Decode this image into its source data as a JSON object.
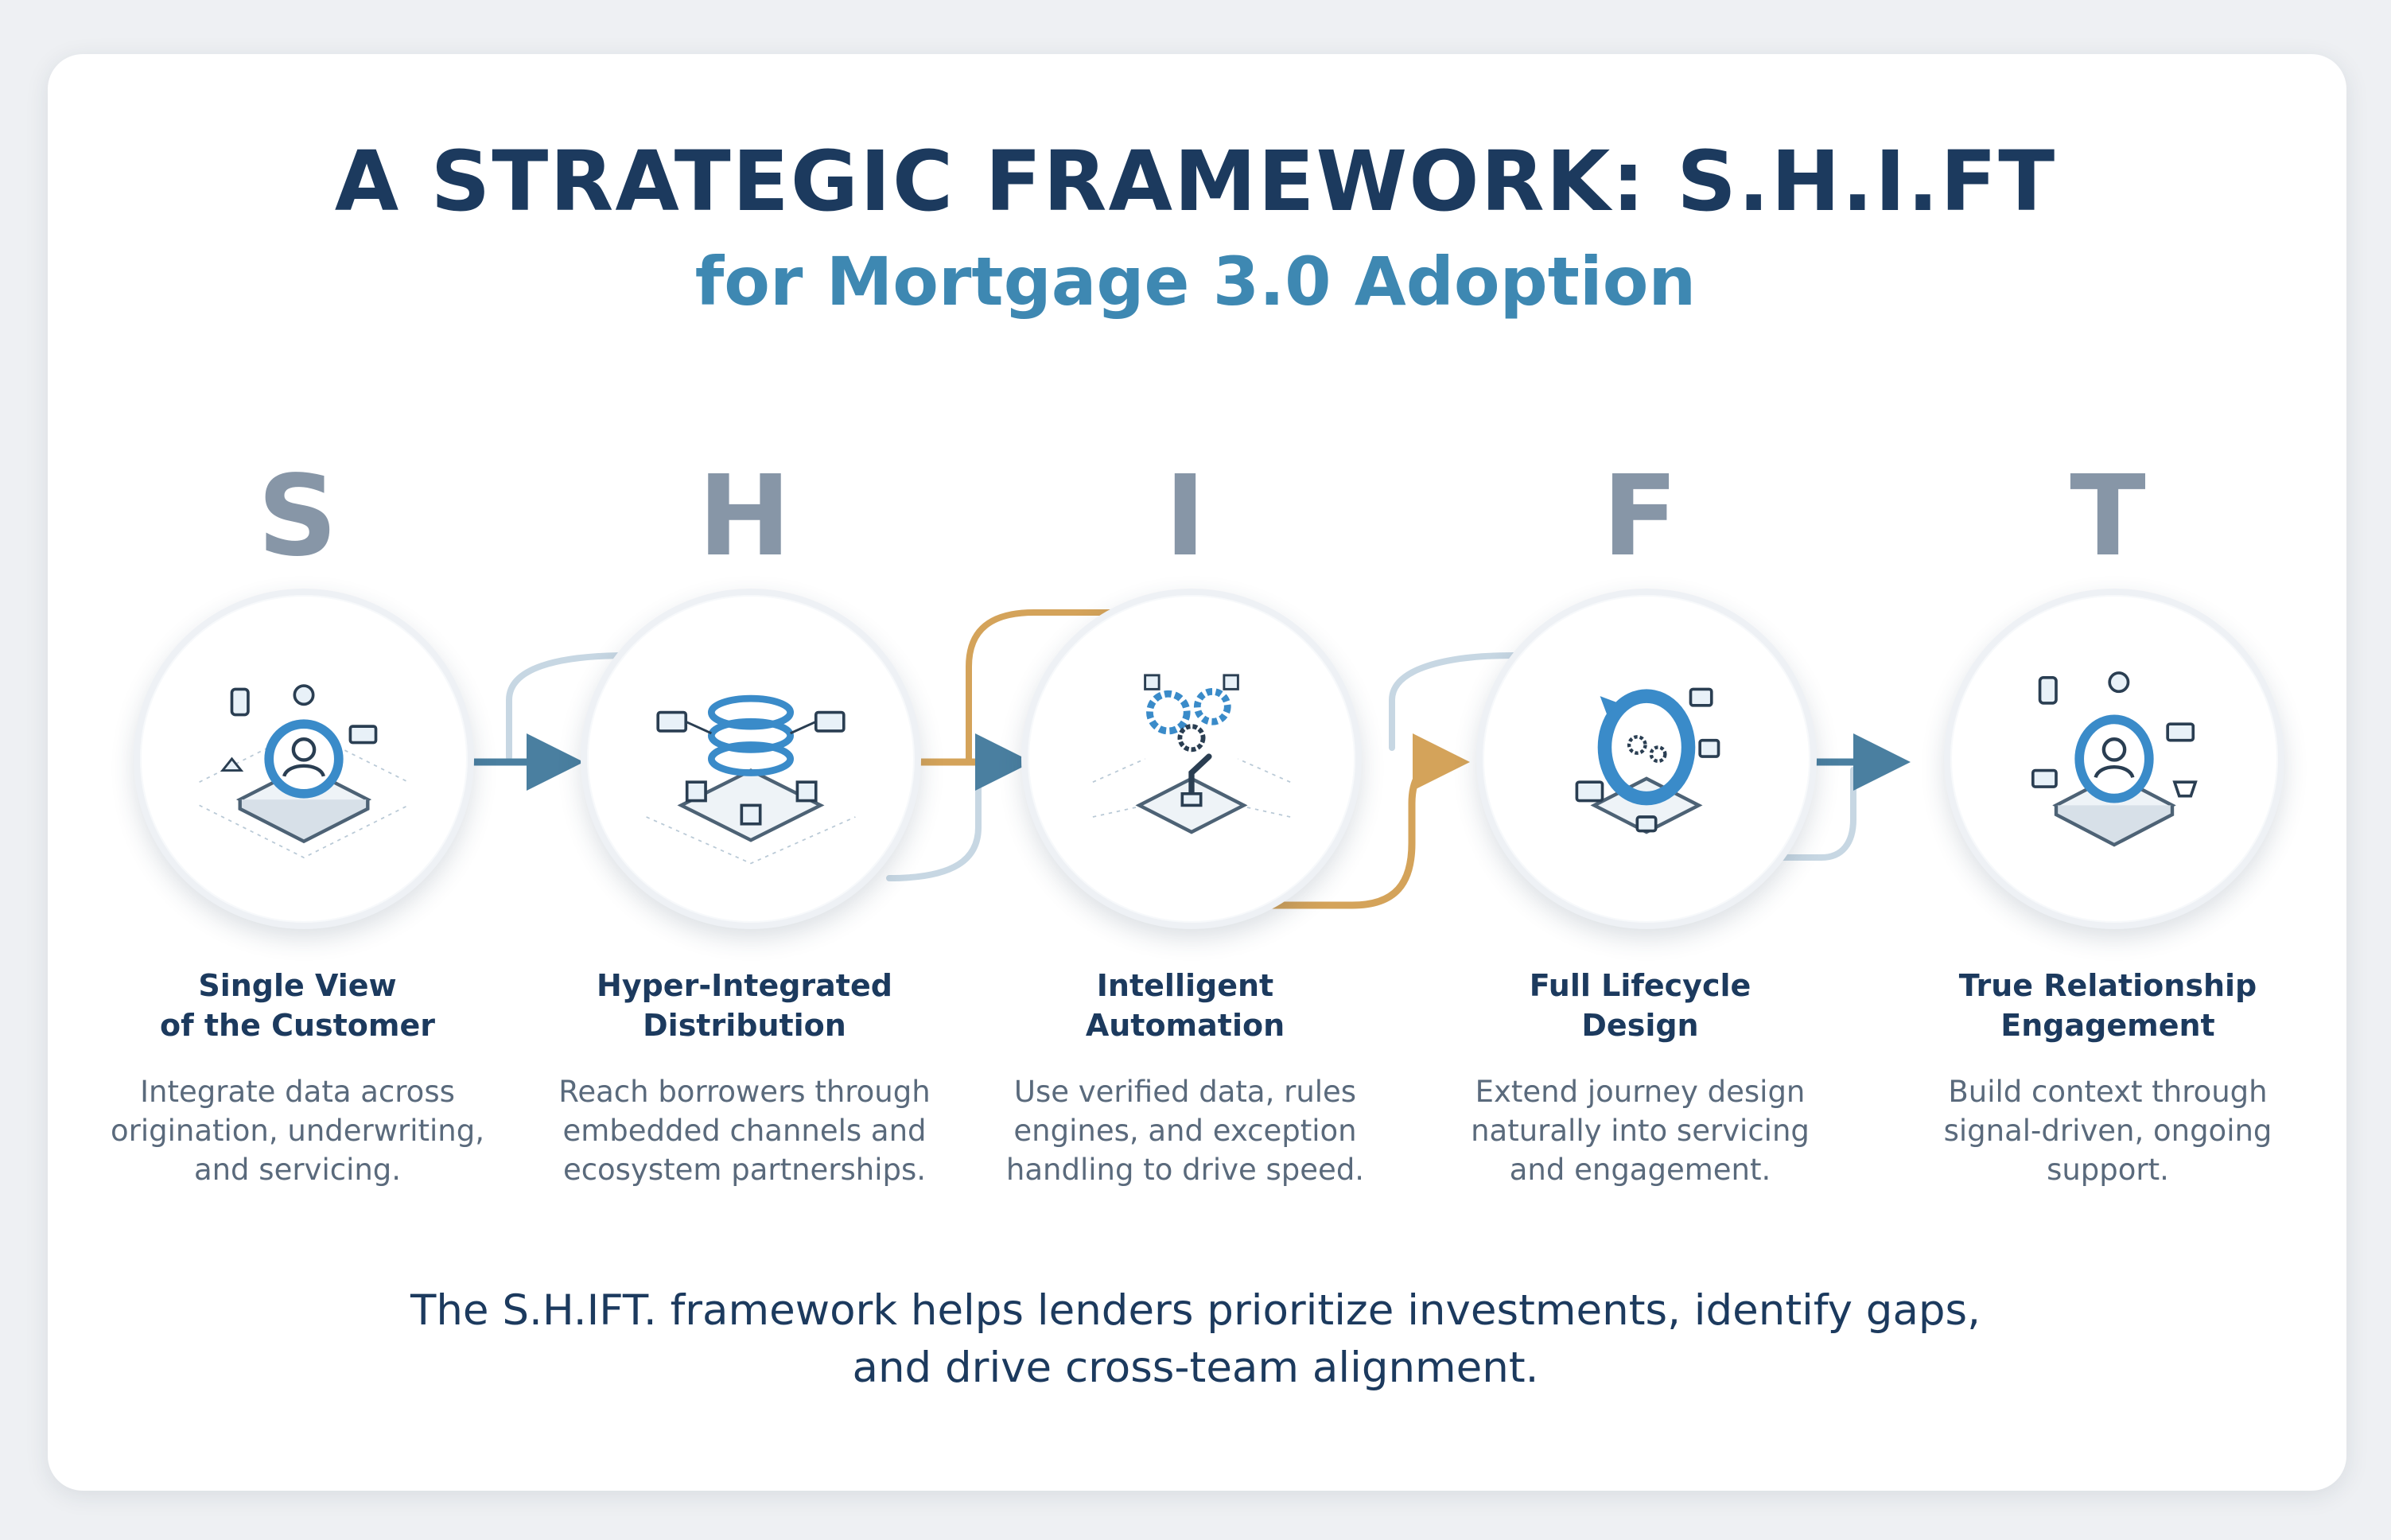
{
  "title": "A STRATEGIC FRAMEWORK: S.H.I.FT",
  "subtitle": "for Mortgage 3.0 Adoption",
  "colors": {
    "navy": "#1c3a5e",
    "blue": "#3e88b2",
    "gold": "#d4a35a",
    "arrow": "#4a7fa0",
    "letter_gray": "#8796a7"
  },
  "steps": [
    {
      "letter": "S",
      "title_lines": [
        "Single View",
        "of the Customer"
      ],
      "desc_lines": [
        "Integrate data across",
        "origination, underwriting,",
        "and servicing."
      ],
      "icon": "customer-profile-icon"
    },
    {
      "letter": "H",
      "title_lines": [
        "Hyper-Integrated",
        "Distribution"
      ],
      "desc_lines": [
        "Reach borrowers through",
        "embedded channels and",
        "ecosystem partnerships."
      ],
      "icon": "distribution-network-icon"
    },
    {
      "letter": "I",
      "title_lines": [
        "Intelligent",
        "Automation"
      ],
      "desc_lines": [
        "Use verified data, rules",
        "engines, and exception",
        "handling to drive speed."
      ],
      "icon": "robotic-automation-icon"
    },
    {
      "letter": "F",
      "title_lines": [
        "Full Lifecycle",
        "Design"
      ],
      "desc_lines": [
        "Extend journey design",
        "naturally into servicing",
        "and engagement."
      ],
      "icon": "lifecycle-cycle-icon"
    },
    {
      "letter": "T",
      "title_lines": [
        "True Relationship",
        "Engagement"
      ],
      "desc_lines": [
        "Build context through",
        "signal-driven, ongoing",
        "support."
      ],
      "icon": "relationship-engagement-icon"
    }
  ],
  "footer_lines": [
    "The S.H.IFT. framework helps lenders prioritize investments, identify gaps,",
    "and drive cross-team alignment."
  ]
}
